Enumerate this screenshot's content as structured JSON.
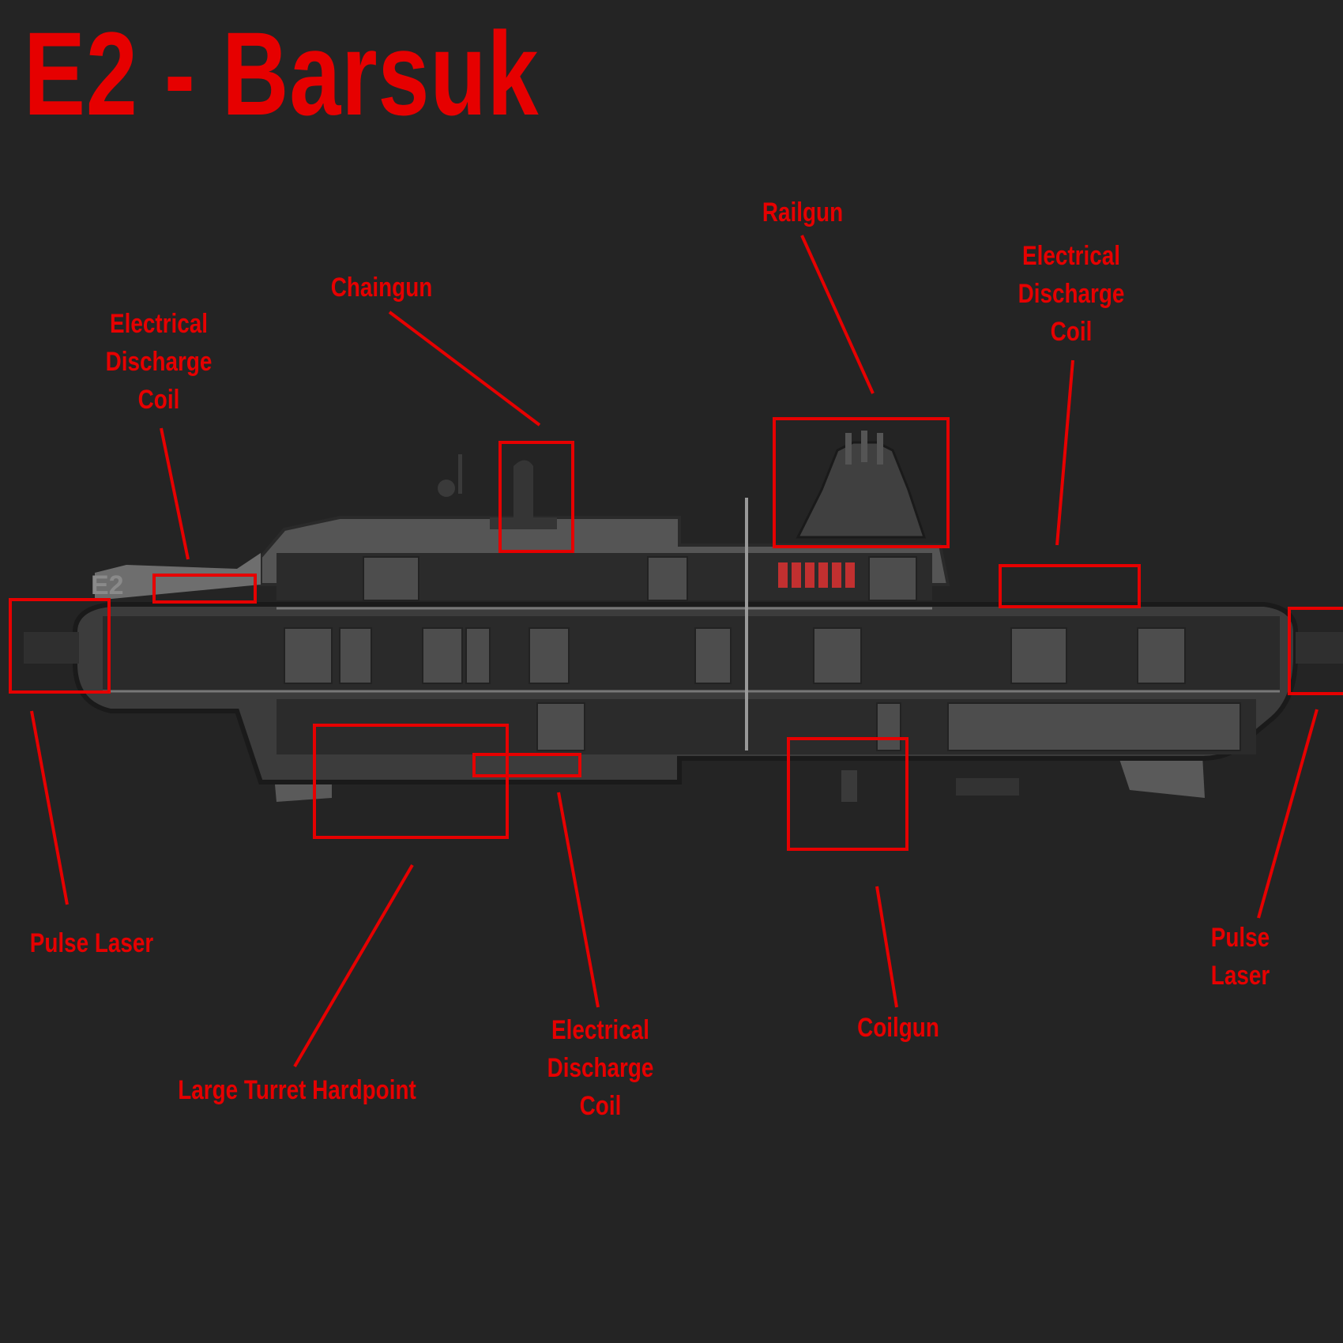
{
  "title": "E2 - Barsuk",
  "hull_label": "E2",
  "colors": {
    "background": "#242424",
    "accent": "#e60000",
    "hull": "#4a4a4a",
    "hull_dark": "#1e1e1e",
    "hull_light": "#7a7a7a"
  },
  "callouts": [
    {
      "id": "railgun",
      "text": "Railgun"
    },
    {
      "id": "chaingun",
      "text": "Chaingun"
    },
    {
      "id": "edc-top-left",
      "text": "Electrical\nDischarge\nCoil"
    },
    {
      "id": "edc-top-right",
      "text": "Electrical\nDischarge\nCoil"
    },
    {
      "id": "pulse-laser-left",
      "text": "Pulse Laser"
    },
    {
      "id": "pulse-laser-right",
      "text": "Pulse Laser"
    },
    {
      "id": "large-turret",
      "text": "Large Turret Hardpoint"
    },
    {
      "id": "edc-bottom",
      "text": "Electrical\nDischarge\nCoil"
    },
    {
      "id": "coilgun",
      "text": "Coilgun"
    }
  ]
}
